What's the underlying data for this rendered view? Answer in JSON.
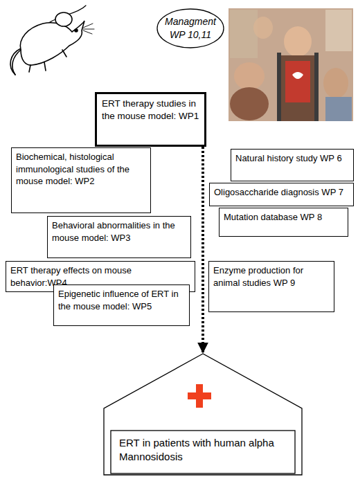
{
  "diagram": {
    "nodes": [
      {
        "text": [
          "Managment WP 10,11"
        ]
      },
      {
        "text": [
          "ERT therapy studies in the mouse model: WP1"
        ]
      },
      {
        "text": [
          "Biochemical, histological immunological studies of the mouse model: WP2"
        ]
      },
      {
        "text": [
          "Natural history study WP 6"
        ]
      },
      {
        "text": [
          "Oligosaccharide diagnosis WP 7"
        ]
      },
      {
        "text": [
          "Mutation database WP 8"
        ]
      },
      {
        "text": [
          "Behavioral abnormalities in the mouse model: WP3"
        ]
      },
      {
        "text": [
          "ERT therapy effects on mouse behavior:WP4"
        ]
      },
      {
        "text": [
          "Enzyme production for animal studies WP 9"
        ]
      },
      {
        "text": [
          "Epigenetic influence of ERT in the mouse model: WP5"
        ]
      },
      {
        "text": [
          "ERT in patients with human alpha Mannosidosis"
        ]
      }
    ],
    "edges": [
      {
        "from": 1,
        "to": 10,
        "arrow": "to"
      }
    ]
  }
}
